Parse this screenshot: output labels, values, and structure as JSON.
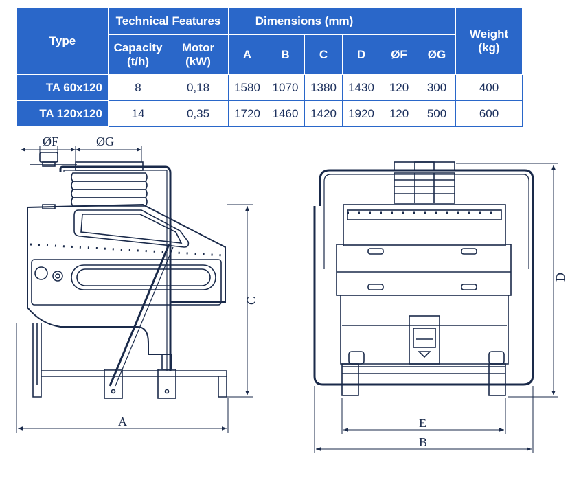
{
  "table": {
    "type_header": "Type",
    "tech_header": "Technical Features",
    "dim_header": "Dimensions (mm)",
    "weight_header": "Weight",
    "weight_unit": "(kg)",
    "capacity_header": "Capacity",
    "capacity_unit": "(t/h)",
    "motor_header": "Motor",
    "motor_unit": "(kW)",
    "col_a": "A",
    "col_b": "B",
    "col_c": "C",
    "col_d": "D",
    "col_f": "ØF",
    "col_g": "ØG",
    "rows": [
      {
        "type": "TA 60x120",
        "capacity": "8",
        "motor": "0,18",
        "a": "1580",
        "b": "1070",
        "c": "1380",
        "d": "1430",
        "f": "120",
        "g": "300",
        "weight": "400"
      },
      {
        "type": "TA 120x120",
        "capacity": "14",
        "motor": "0,35",
        "a": "1720",
        "b": "1460",
        "c": "1420",
        "d": "1920",
        "f": "120",
        "g": "500",
        "weight": "600"
      }
    ]
  },
  "drawing": {
    "label_f": "ØF",
    "label_g": "ØG",
    "label_a": "A",
    "label_c": "C",
    "label_b": "B",
    "label_d": "D",
    "label_e": "E"
  },
  "colors": {
    "header_blue": "#2a67c9",
    "line": "#1a2a4a"
  }
}
